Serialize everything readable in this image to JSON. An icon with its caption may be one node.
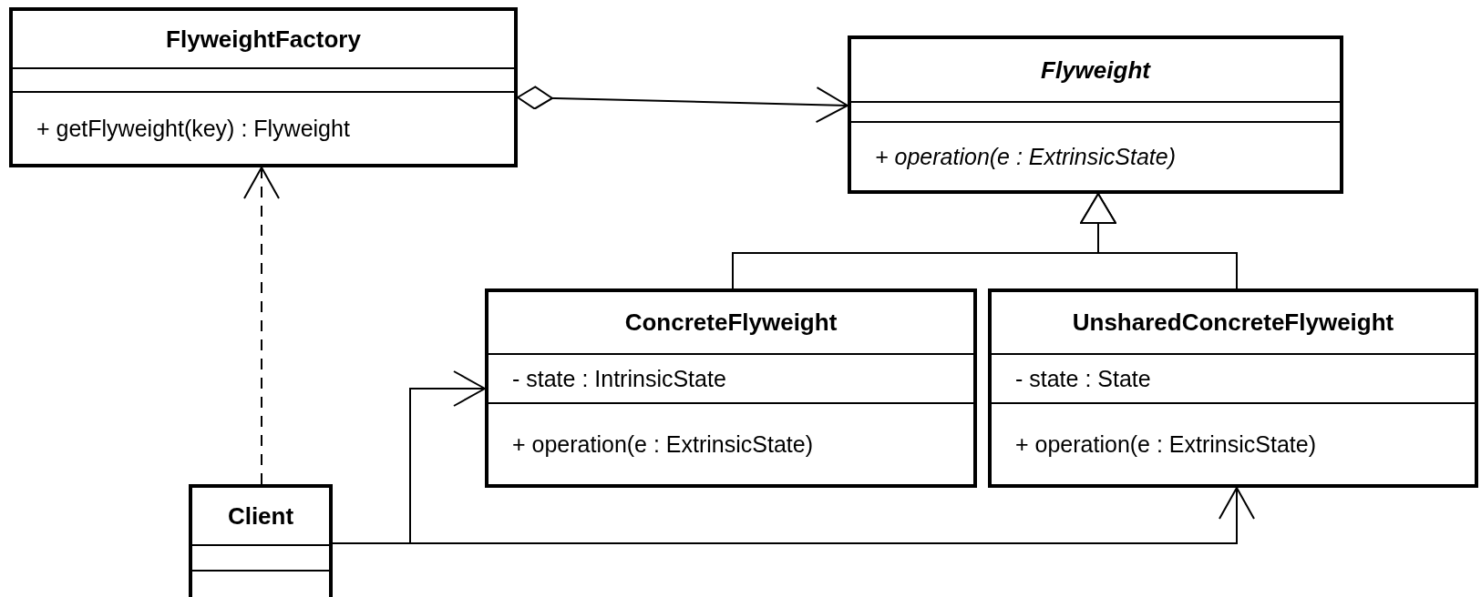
{
  "diagram": {
    "nodes": [
      {
        "text": [
          "FlyweightFactory",
          "+ getFlyweight(key) : Flyweight"
        ]
      },
      {
        "text": [
          "Flyweight",
          "+ operation(e : ExtrinsicState)"
        ]
      },
      {
        "text": [
          "ConcreteFlyweight",
          "- state : IntrinsicState",
          "+ operation(e : ExtrinsicState)"
        ]
      },
      {
        "text": [
          "UnsharedConcreteFlyweight",
          "- state : State",
          "+ operation(e : ExtrinsicState)"
        ]
      },
      {
        "text": [
          "Client"
        ]
      }
    ],
    "edges": [
      {
        "from": 0,
        "to": 1,
        "arrow": "to"
      },
      {
        "from": 4,
        "to": 0,
        "arrow": "to",
        "style": "dashed"
      },
      {
        "from": 2,
        "to": 1,
        "arrow": "to"
      },
      {
        "from": 3,
        "to": 1,
        "arrow": "to"
      },
      {
        "from": 4,
        "to": 2,
        "arrow": "to"
      },
      {
        "from": 4,
        "to": 3,
        "arrow": "to"
      }
    ]
  }
}
